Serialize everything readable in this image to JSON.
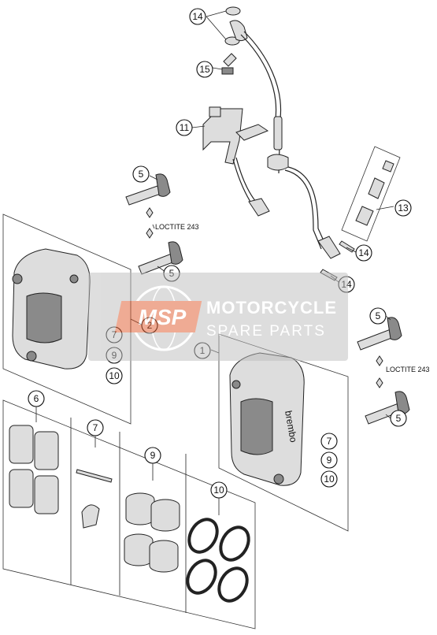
{
  "callouts": {
    "c14_top": "14",
    "c15": "15",
    "c11": "11",
    "c5_top": "5",
    "c13": "13",
    "c14_mid": "14",
    "c5_mid": "5",
    "c14_low": "14",
    "c2": "2",
    "c7_left": "7",
    "c9_left": "9",
    "c10_left": "10",
    "c1": "1",
    "c5_right_top": "5",
    "c5_right_bottom": "5",
    "c7_right": "7",
    "c9_right": "9",
    "c10_right": "10",
    "c6": "6",
    "c7_box": "7",
    "c9_box": "9",
    "c10_box": "10"
  },
  "notes": {
    "loctite_left": "LOCTITE 243",
    "loctite_right": "LOCTITE 243"
  },
  "caliper_brand": "brembo",
  "watermark": {
    "logo": "MSP",
    "line1": "MOTORCYCLE",
    "line2": "SPARE PARTS",
    "color": "#e05a2b"
  }
}
